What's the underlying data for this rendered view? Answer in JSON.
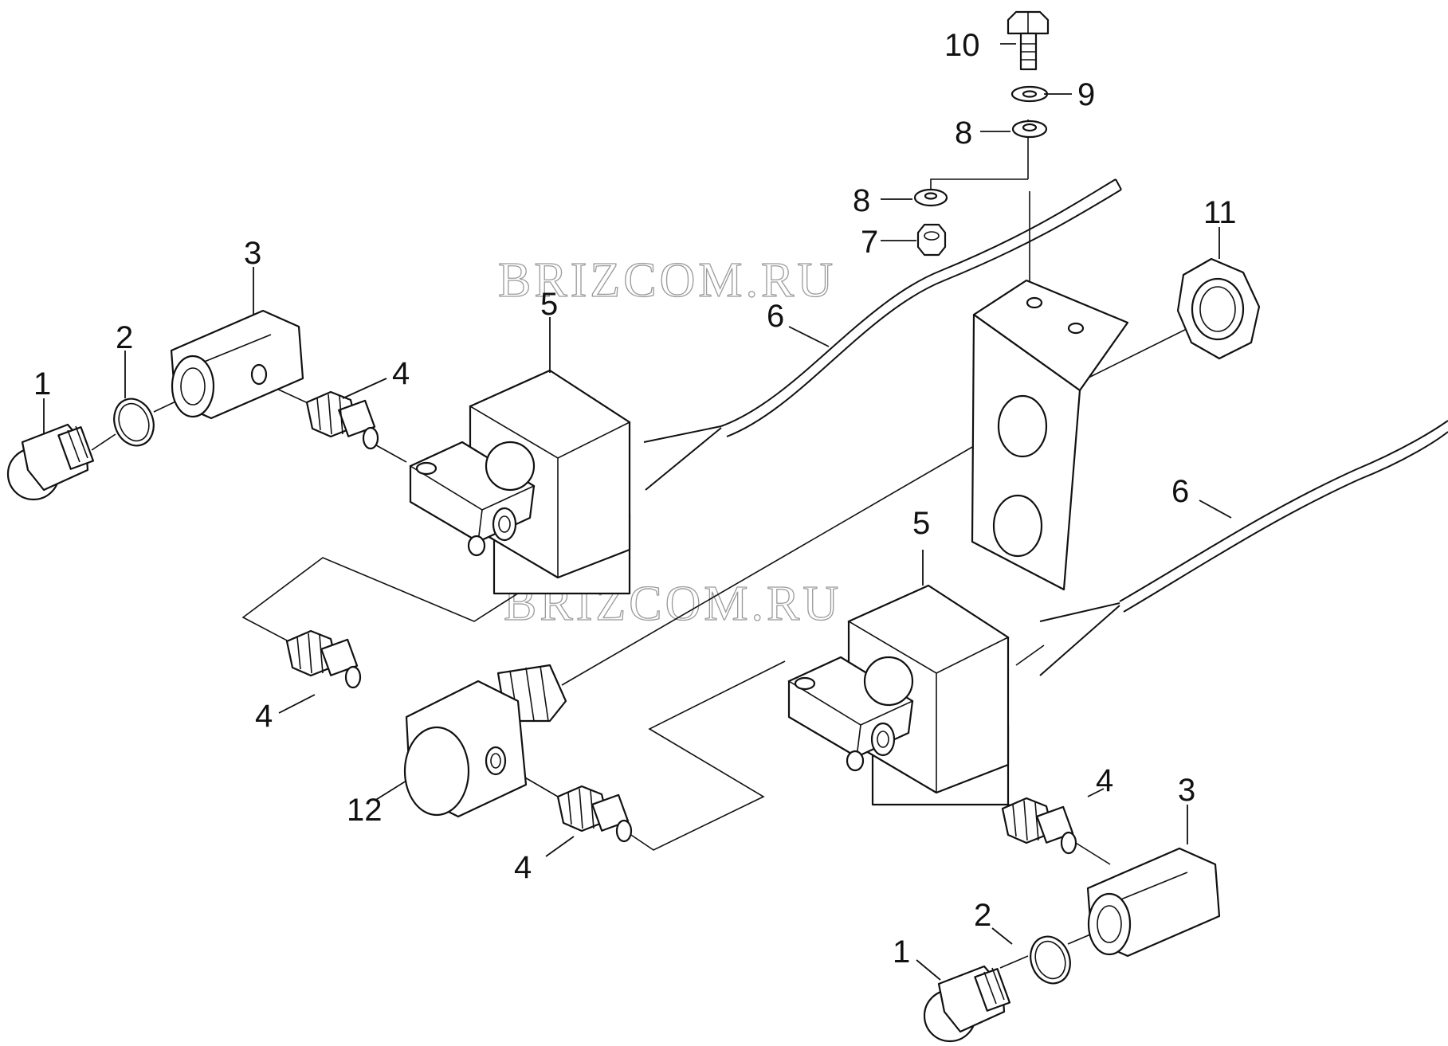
{
  "watermark": {
    "top": "BRIZCOM.RU",
    "middle": "BRIZCOM.RU"
  },
  "callouts": {
    "c1_left": "1",
    "c2_left": "2",
    "c3_left": "3",
    "c4_upper": "4",
    "c5_upper": "5",
    "c6_upper": "6",
    "c7": "7",
    "c8_lower": "8",
    "c8_upper": "8",
    "c9": "9",
    "c10": "10",
    "c11": "11",
    "c4_mid_left": "4",
    "c12": "12",
    "c4_bottom_mid": "4",
    "c5_lower": "5",
    "c6_lower": "6",
    "c4_right": "4",
    "c3_right": "3",
    "c2_right": "2",
    "c1_right": "1"
  }
}
